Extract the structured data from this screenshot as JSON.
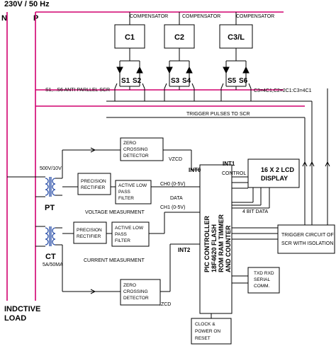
{
  "supply": {
    "title": "230V / 50 Hz",
    "n": "N",
    "p": "P"
  },
  "load": {
    "line1": "INDCTIVE",
    "line2": "LOAD"
  },
  "compensators": [
    {
      "name": "C1",
      "label": "COMPENSATOR"
    },
    {
      "name": "C2",
      "label": "COMPENSATOR"
    },
    {
      "name": "C3/L",
      "label": "COMPENSATOR"
    }
  ],
  "scr": {
    "labels": [
      "S1",
      "S2",
      "S3",
      "S4",
      "S5",
      "S6"
    ],
    "note": "S1,...S6 ANTI PARLLEL SCR",
    "ratio": "C3=4C1,C2=2C1:C3=4C1",
    "trigger_label": "TRIGGER PULSES TO SCR"
  },
  "pt": {
    "name": "PT",
    "rating": "500V/10V"
  },
  "ct": {
    "name": "CT",
    "rating": "5A/50MA"
  },
  "blocks": {
    "zcd_top": [
      "ZERO",
      "CROSSING",
      "DETECTOR"
    ],
    "prec_rect_1": [
      "PRECISION",
      "RECTIFIER"
    ],
    "lpf_1": [
      "ACTIVE LOW",
      "PASS",
      "FILTER"
    ],
    "prec_rect_2": [
      "PRECISION",
      "RECTIFIER"
    ],
    "lpf_2": [
      "ACTIVE LOW",
      "PASS",
      "FILTER"
    ],
    "zcd_bottom": [
      "ZERO",
      "CROSSING",
      "DETECTOR"
    ],
    "lcd": [
      "16 X 2 LCD",
      "DISPLAY"
    ],
    "pic": [
      "PIC CONTROLLER",
      "18F4620 FLASH",
      "ROM RAM TIMMER",
      "AND COUNTER"
    ],
    "trigger_circuit": [
      "TRIGGER CIRCUIT OF",
      "SCR WITH ISOLATION"
    ],
    "serial": [
      "TXD RXD",
      "SERIAL",
      "COMM."
    ],
    "clock": [
      "CLOCK &",
      "POWER ON",
      "RESET"
    ]
  },
  "labels": {
    "vzcd": "VZCD",
    "izcd": "IZCD",
    "int0": "INT0",
    "int1": "INT1",
    "int2": "INT2",
    "control": "CONTROL",
    "ch0": "CH0 (0-5V)",
    "data": "DATA",
    "ch1": "CH1 (0-5V)",
    "four_bit": "4 BIT DATA",
    "voltage_meas": "VOLTAGE MEASURMENT",
    "current_meas": "CURRENT MEASURMENT"
  },
  "colors": {
    "line": "#000000",
    "power": "#d0006f",
    "coil": "#2a4fa8"
  }
}
